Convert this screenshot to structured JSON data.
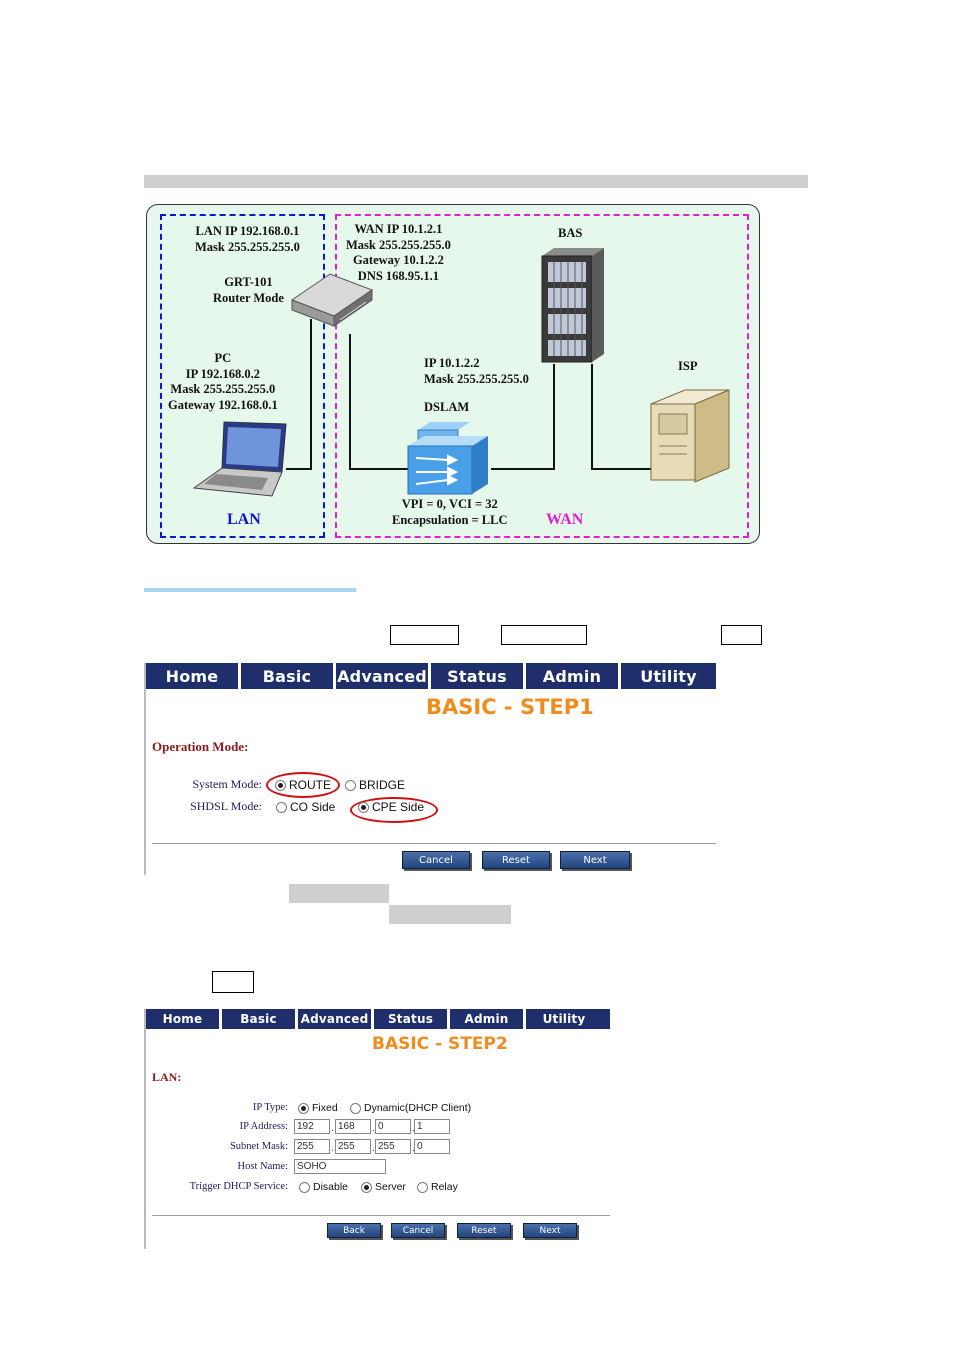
{
  "diagram": {
    "lan_ip": "LAN IP 192.168.0.1\nMask 255.255.255.0",
    "router": "GRT-101\nRouter Mode",
    "pc": "PC\nIP 192.168.0.2\nMask 255.255.255.0\nGateway 192.168.0.1",
    "wan": "WAN IP 10.1.2.1\nMask 255.255.255.0\nGateway 10.1.2.2\nDNS 168.95.1.1",
    "bas": "BAS",
    "ip_dslam": "IP 10.1.2.2\nMask 255.255.255.0",
    "dslam": "DSLAM",
    "isp": "ISP",
    "vpi": "VPI = 0, VCI = 32\nEncapsulation = LLC",
    "lan_label": "LAN",
    "wan_label": "WAN",
    "colors": {
      "lan": "#0b16d6",
      "wan": "#e020d0",
      "bg": "#e6f8ec"
    }
  },
  "step1": {
    "nav": [
      "Home",
      "Basic",
      "Advanced",
      "Status",
      "Admin",
      "Utility"
    ],
    "title": "BASIC - STEP1",
    "section": "Operation Mode:",
    "system_mode_label": "System Mode:",
    "system_mode_options": [
      "ROUTE",
      "BRIDGE"
    ],
    "shdsl_mode_label": "SHDSL Mode:",
    "shdsl_mode_options": [
      "CO Side",
      "CPE Side"
    ],
    "buttons": [
      "Cancel",
      "Reset",
      "Next"
    ]
  },
  "step2": {
    "nav": [
      "Home",
      "Basic",
      "Advanced",
      "Status",
      "Admin",
      "Utility"
    ],
    "title": "BASIC - STEP2",
    "section": "LAN:",
    "ip_type_label": "IP Type:",
    "ip_type_options": [
      "Fixed",
      "Dynamic(DHCP Client)"
    ],
    "ip_address_label": "IP Address:",
    "ip_address": [
      "192",
      "168",
      "0",
      "1"
    ],
    "subnet_mask_label": "Subnet Mask:",
    "subnet_mask": [
      "255",
      "255",
      "255",
      "0"
    ],
    "host_name_label": "Host Name:",
    "host_name": "SOHO",
    "dhcp_label": "Trigger DHCP Service:",
    "dhcp_options": [
      "Disable",
      "Server",
      "Relay"
    ],
    "buttons": [
      "Back",
      "Cancel",
      "Reset",
      "Next"
    ]
  }
}
